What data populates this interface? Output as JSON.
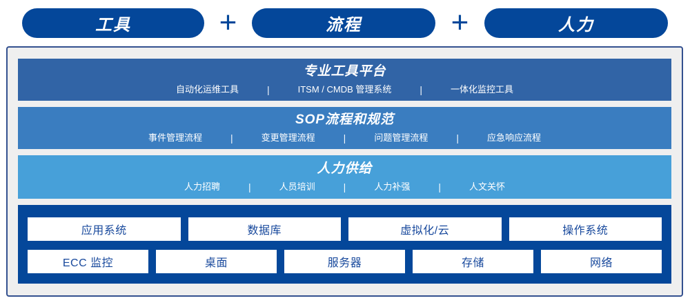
{
  "top_bar": {
    "pills": [
      {
        "label": "工具"
      },
      {
        "label": "流程"
      },
      {
        "label": "人力"
      }
    ],
    "connector": "+"
  },
  "bands": [
    {
      "title": "专业工具平台",
      "items": [
        "自动化运维工具",
        "ITSM / CMDB 管理系统",
        "一体化监控工具"
      ]
    },
    {
      "title": "SOP流程和规范",
      "items": [
        "事件管理流程",
        "变更管理流程",
        "问题管理流程",
        "应急响应流程"
      ]
    },
    {
      "title": "人力供给",
      "items": [
        "人力招聘",
        "人员培训",
        "人力补强",
        "人文关怀"
      ]
    }
  ],
  "divider": "|",
  "infrastructure": {
    "row1": [
      "应用系统",
      "数据库",
      "虚拟化/云",
      "操作系统"
    ],
    "row2": [
      "ECC 监控",
      "桌面",
      "服务器",
      "存储",
      "网络"
    ]
  },
  "colors": {
    "navy": "#04479a",
    "band1_blue": "#3164a6",
    "band2_blue": "#3a7dc0",
    "band3_blue": "#47a0d9",
    "panel_background": "#efefef",
    "panel_border": "#33508f",
    "box_text": "#17489c"
  }
}
